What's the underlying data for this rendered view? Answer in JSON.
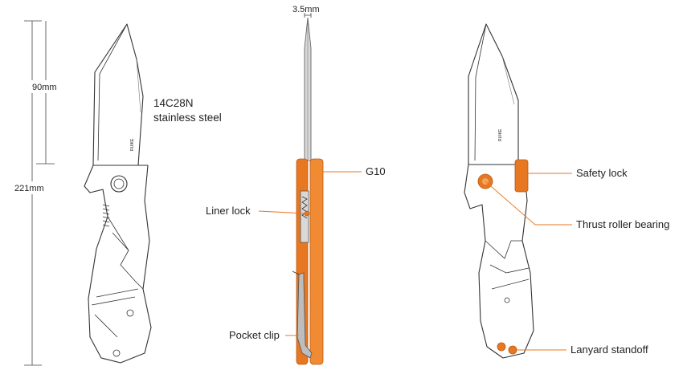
{
  "dimensions": {
    "thickness": "3.5mm",
    "blade_length": "90mm",
    "overall_length": "221mm"
  },
  "blade": {
    "steel_line1": "14C28N",
    "steel_line2": "stainless steel",
    "logo_left": "RUIKE",
    "logo_right": "RUIKE"
  },
  "callouts": {
    "g10": "G10",
    "liner_lock": "Liner lock",
    "pocket_clip": "Pocket clip",
    "safety_lock": "Safety lock",
    "thrust_bearing": "Thrust roller bearing",
    "lanyard": "Lanyard standoff"
  },
  "colors": {
    "accent_orange": "#e87722",
    "line": "#333333",
    "leader": "#e87722"
  }
}
